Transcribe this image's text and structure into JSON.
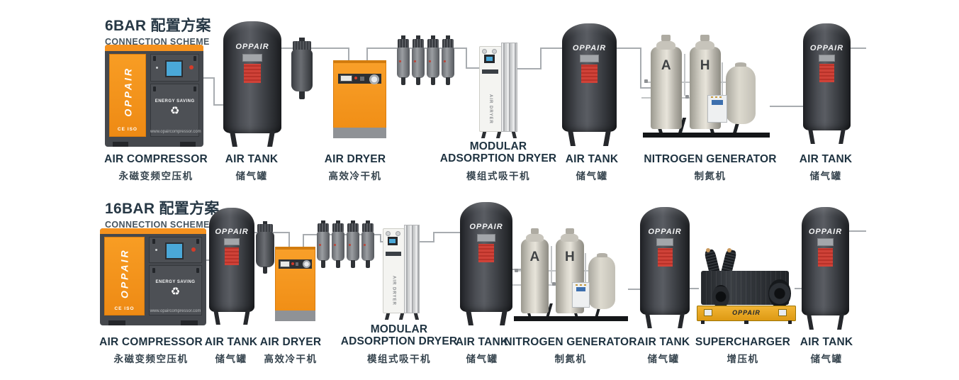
{
  "colors": {
    "accent_orange": "#f6921e",
    "tank_dark": "#3b3e43",
    "title_text": "#273845",
    "label_text": "#1e3240",
    "pipe_gray": "#a8acb0",
    "red_label": "#cf4238",
    "supercharger_yellow": "#e8a21c"
  },
  "branding": {
    "logo": "OPPAIR",
    "energy": "ENERGY SAVING",
    "ce_iso": "CE ISO",
    "web": "www.opaircompressor.com",
    "recycle_icon": "♻",
    "modular_side_text": "AIR DRYER",
    "vessel_a": "A",
    "vessel_b": "H"
  },
  "rows": [
    {
      "id": "6bar",
      "title": "6BAR 配置方案",
      "subtitle": "CONNECTION SCHEME",
      "items": [
        {
          "label": "AIR COMPRESSOR",
          "label_cn": "永磁变频空压机"
        },
        {
          "label": "AIR TANK",
          "label_cn": "储气罐"
        },
        {
          "label": "AIR DRYER",
          "label_cn": "高效冷干机"
        },
        {
          "label": "MODULAR\nADSORPTION DRYER",
          "label_cn": "模组式吸干机"
        },
        {
          "label": "AIR TANK",
          "label_cn": "储气罐"
        },
        {
          "label": "NITROGEN GENERATOR",
          "label_cn": "制氮机"
        },
        {
          "label": "AIR TANK",
          "label_cn": "储气罐"
        }
      ]
    },
    {
      "id": "16bar",
      "title": "16BAR 配置方案",
      "subtitle": "CONNECTION SCHEME",
      "items": [
        {
          "label": "AIR COMPRESSOR",
          "label_cn": "永磁变频空压机"
        },
        {
          "label": "AIR TANK",
          "label_cn": "储气罐"
        },
        {
          "label": "AIR DRYER",
          "label_cn": "高效冷干机"
        },
        {
          "label": "MODULAR\nADSORPTION DRYER",
          "label_cn": "模组式吸干机"
        },
        {
          "label": "AIR TANK",
          "label_cn": "储气罐"
        },
        {
          "label": "NITROGEN GENERATOR",
          "label_cn": "制氮机"
        },
        {
          "label": "AIR TANK",
          "label_cn": "储气罐"
        },
        {
          "label": "SUPERCHARGER",
          "label_cn": "增压机"
        },
        {
          "label": "AIR TANK",
          "label_cn": "储气罐"
        }
      ]
    }
  ]
}
